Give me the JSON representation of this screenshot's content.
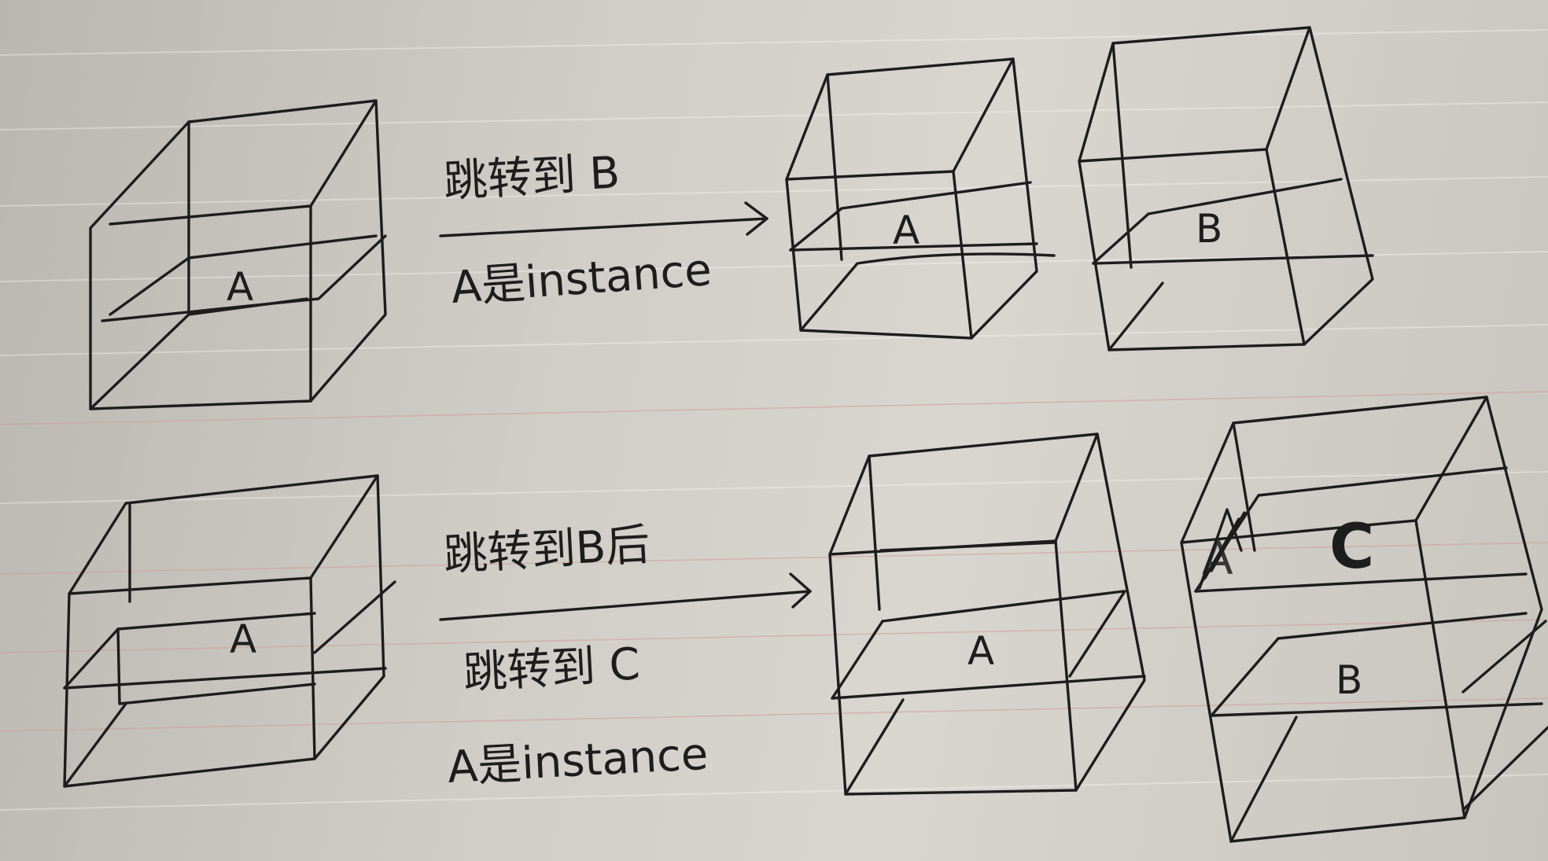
{
  "sketch": {
    "row1": {
      "left_box_label": "A",
      "arrow_top_text": "跳转到 B",
      "arrow_bottom_text": "A是instance",
      "right_box1_label": "A",
      "right_box2_label": "B"
    },
    "row2": {
      "left_box_label": "A",
      "arrow_top_text": "跳转到B后",
      "arrow_bottom_text1": "跳转到 C",
      "arrow_bottom_text2": "A是instance",
      "right_box1_label": "A",
      "right_box2_top_label": "C",
      "right_box2_scribble": "A",
      "right_box2_bottom_label": "B"
    }
  },
  "colors": {
    "ink": "#1d1d1d",
    "paper": "#d2d0c9",
    "red_rule": "#d49a94"
  }
}
